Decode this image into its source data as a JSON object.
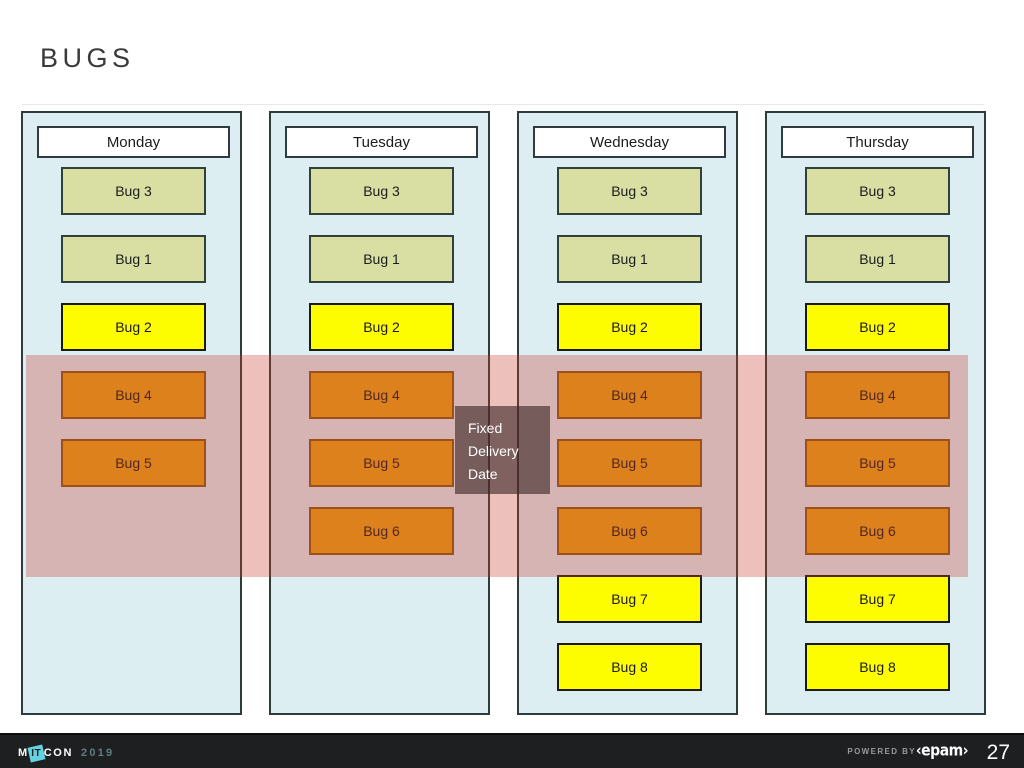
{
  "slide": {
    "title": "BUGS"
  },
  "board": {
    "columns": [
      {
        "day": "Monday",
        "cards": [
          {
            "label": "Bug 3",
            "tone": "pale"
          },
          {
            "label": "Bug 1",
            "tone": "pale"
          },
          {
            "label": "Bug 2",
            "tone": "bright"
          },
          {
            "label": "Bug 4",
            "tone": "amber"
          },
          {
            "label": "Bug 5",
            "tone": "amber"
          }
        ]
      },
      {
        "day": "Tuesday",
        "cards": [
          {
            "label": "Bug 3",
            "tone": "pale"
          },
          {
            "label": "Bug 1",
            "tone": "pale"
          },
          {
            "label": "Bug 2",
            "tone": "bright"
          },
          {
            "label": "Bug 4",
            "tone": "amber"
          },
          {
            "label": "Bug 5",
            "tone": "amber"
          },
          {
            "label": "Bug 6",
            "tone": "amber"
          }
        ]
      },
      {
        "day": "Wednesday",
        "cards": [
          {
            "label": "Bug 3",
            "tone": "pale"
          },
          {
            "label": "Bug 1",
            "tone": "pale"
          },
          {
            "label": "Bug 2",
            "tone": "bright"
          },
          {
            "label": "Bug 4",
            "tone": "amber"
          },
          {
            "label": "Bug 5",
            "tone": "amber"
          },
          {
            "label": "Bug 6",
            "tone": "amber"
          },
          {
            "label": "Bug 7",
            "tone": "bright"
          },
          {
            "label": "Bug 8",
            "tone": "bright"
          }
        ]
      },
      {
        "day": "Thursday",
        "cards": [
          {
            "label": "Bug 3",
            "tone": "pale"
          },
          {
            "label": "Bug 1",
            "tone": "pale"
          },
          {
            "label": "Bug 2",
            "tone": "bright"
          },
          {
            "label": "Bug 4",
            "tone": "amber"
          },
          {
            "label": "Bug 5",
            "tone": "amber"
          },
          {
            "label": "Bug 6",
            "tone": "amber"
          },
          {
            "label": "Bug 7",
            "tone": "bright"
          },
          {
            "label": "Bug 8",
            "tone": "bright"
          }
        ]
      }
    ]
  },
  "annotation": {
    "fixed_delivery": {
      "line1": "Fixed",
      "line2": "Delivery",
      "line3": "Date"
    }
  },
  "footer": {
    "conference_prefix": "M",
    "conference_diamond": "IT",
    "conference_suffix": "CON",
    "conference_year": "2019",
    "powered_by": "POWERED BY",
    "sponsor": "‹epam›",
    "page_number": "27"
  },
  "colors": {
    "column_background": "#ddeef3",
    "column_border": "#2f3b3d",
    "card_pale": "#d9dfa3",
    "card_bright": "#fdfd00",
    "card_amber": "#e8a317",
    "highlight_band": "#c63c2c",
    "callout_background": "#3c2826",
    "footer_background": "#1d1f21",
    "logo_accent": "#63d3e0"
  }
}
